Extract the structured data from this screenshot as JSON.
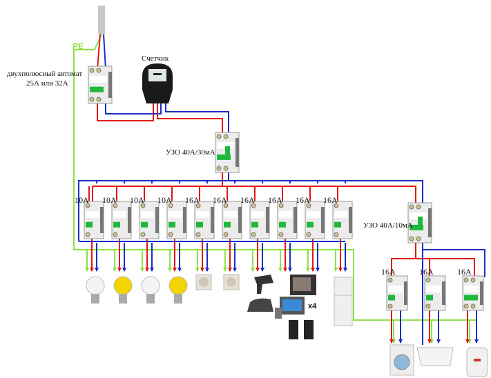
{
  "labels": {
    "pe": "PE",
    "main_breaker": "двухполюсный автомат",
    "main_breaker_rating": "25А или 32А",
    "meter": "Счетчик",
    "rcd_main": "УЗО 40А/30мА",
    "rcd_secondary": "УЗО 40А/10мА",
    "computer_count": "x4"
  },
  "group_breakers": [
    "10A",
    "10A",
    "10A",
    "10A",
    "16A",
    "16A",
    "16A",
    "16A",
    "16A",
    "16A"
  ],
  "rcd_breakers": [
    "16A",
    "16A",
    "16A"
  ],
  "loads": {
    "group": [
      "bulb-white",
      "bulb-yellow",
      "bulb-white",
      "bulb-yellow",
      "socket",
      "socket",
      "hair-dryer-iron-computer",
      "tv-speakers",
      "fridge"
    ],
    "rcd": [
      "washing-machine",
      "bathtub",
      "water-heater"
    ]
  },
  "colors": {
    "phase": "#e01818",
    "neutral": "#1a2cc8",
    "ground": "#8ee04a",
    "cable": "#c8c8c8"
  }
}
